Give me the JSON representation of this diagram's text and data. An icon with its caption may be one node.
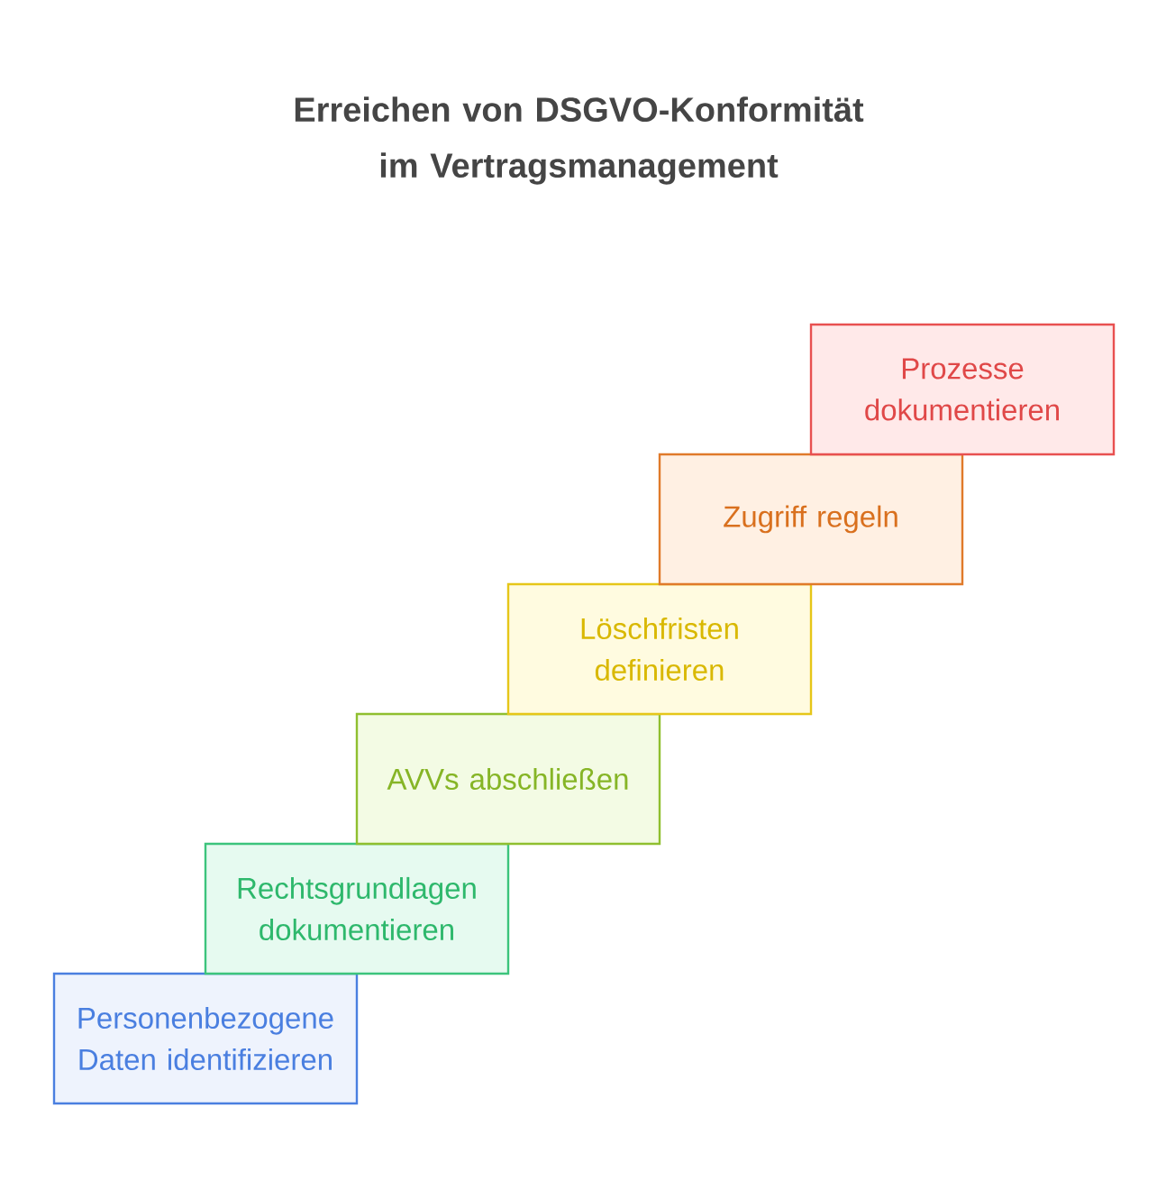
{
  "diagram": {
    "title": "Erreichen von DSGVO-Konformität im Vertragsmanagement",
    "nodes": [
      {
        "text": [
          "Personenbezogene Daten identifizieren"
        ]
      },
      {
        "text": [
          "Rechtsgrundlagen dokumentieren"
        ]
      },
      {
        "text": [
          "AVVs abschließen"
        ]
      },
      {
        "text": [
          "Löschfristen definieren"
        ]
      },
      {
        "text": [
          "Zugriff regeln"
        ]
      },
      {
        "text": [
          "Prozesse dokumentieren"
        ]
      }
    ]
  }
}
